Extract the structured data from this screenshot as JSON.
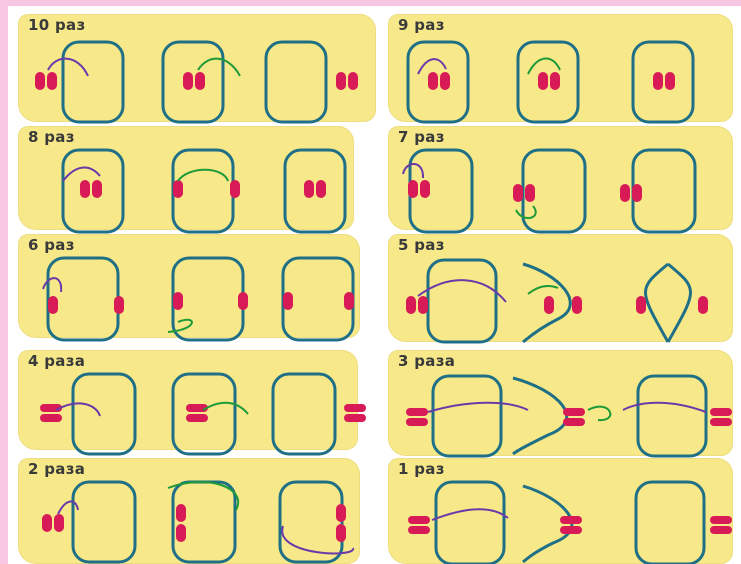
{
  "panels": [
    {
      "id": "p10",
      "title": "10 раз"
    },
    {
      "id": "p9",
      "title": "9 раз"
    },
    {
      "id": "p8",
      "title": "8 раз"
    },
    {
      "id": "p7",
      "title": "7 раз"
    },
    {
      "id": "p6",
      "title": "6 раз"
    },
    {
      "id": "p5",
      "title": "5 раз"
    },
    {
      "id": "p4",
      "title": "4 раза"
    },
    {
      "id": "p3",
      "title": "3 раза"
    },
    {
      "id": "p2",
      "title": "2 раза"
    },
    {
      "id": "p1",
      "title": "1 раз"
    }
  ],
  "colors": {
    "background": "#f7c6e3",
    "panel": "#f7e88a",
    "loop": "#1f6f86",
    "shoe": "#d81b56",
    "arrow_purple": "#6b3aa8",
    "arrow_green": "#1f9a38"
  }
}
